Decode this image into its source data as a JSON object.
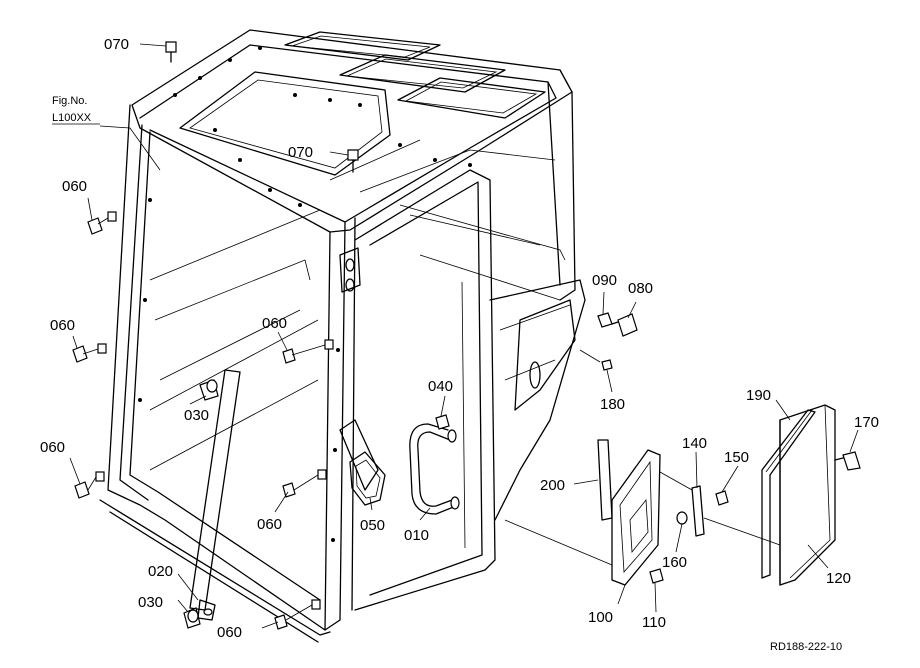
{
  "figure": {
    "fig_no_label": "Fig.No.",
    "fig_no_value": "L100XX",
    "reference_code": "RD188-222-10"
  },
  "callouts": [
    {
      "id": "c070a",
      "label": "070"
    },
    {
      "id": "c070b",
      "label": "070"
    },
    {
      "id": "c060a",
      "label": "060"
    },
    {
      "id": "c060b",
      "label": "060"
    },
    {
      "id": "c060c",
      "label": "060"
    },
    {
      "id": "c060d",
      "label": "060"
    },
    {
      "id": "c060e",
      "label": "060"
    },
    {
      "id": "c060f",
      "label": "060"
    },
    {
      "id": "c030a",
      "label": "030"
    },
    {
      "id": "c030b",
      "label": "030"
    },
    {
      "id": "c020",
      "label": "020"
    },
    {
      "id": "c040",
      "label": "040"
    },
    {
      "id": "c010",
      "label": "010"
    },
    {
      "id": "c050",
      "label": "050"
    },
    {
      "id": "c090",
      "label": "090"
    },
    {
      "id": "c080",
      "label": "080"
    },
    {
      "id": "c180",
      "label": "180"
    },
    {
      "id": "c190",
      "label": "190"
    },
    {
      "id": "c170",
      "label": "170"
    },
    {
      "id": "c200",
      "label": "200"
    },
    {
      "id": "c140",
      "label": "140"
    },
    {
      "id": "c150",
      "label": "150"
    },
    {
      "id": "c160",
      "label": "160"
    },
    {
      "id": "c100",
      "label": "100"
    },
    {
      "id": "c110",
      "label": "110"
    },
    {
      "id": "c120",
      "label": "120"
    }
  ]
}
